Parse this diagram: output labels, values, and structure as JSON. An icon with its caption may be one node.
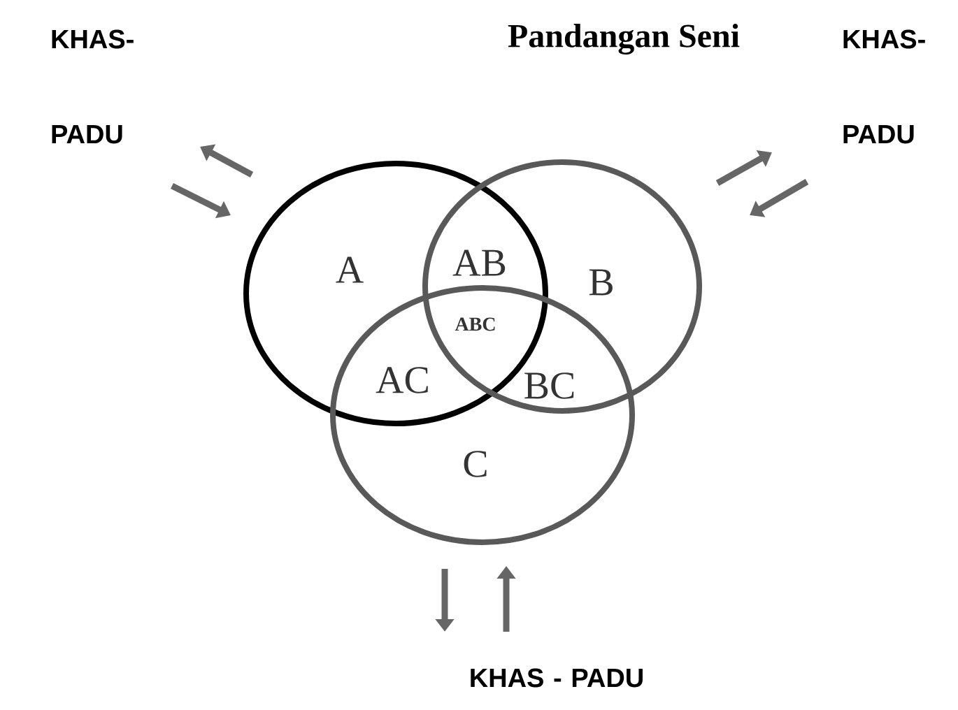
{
  "diagram": {
    "title": "Pandangan Seni",
    "nodes": [
      {
        "text": [
          "A"
        ]
      },
      {
        "text": [
          "B"
        ]
      },
      {
        "text": [
          "C"
        ]
      },
      {
        "text": [
          "KHAS- PADU"
        ]
      },
      {
        "text": [
          "KHAS- PADU"
        ]
      },
      {
        "text": [
          "KHAS - PADU"
        ]
      }
    ],
    "labels": [
      "AB",
      "ABC",
      "AC",
      "BC"
    ]
  }
}
